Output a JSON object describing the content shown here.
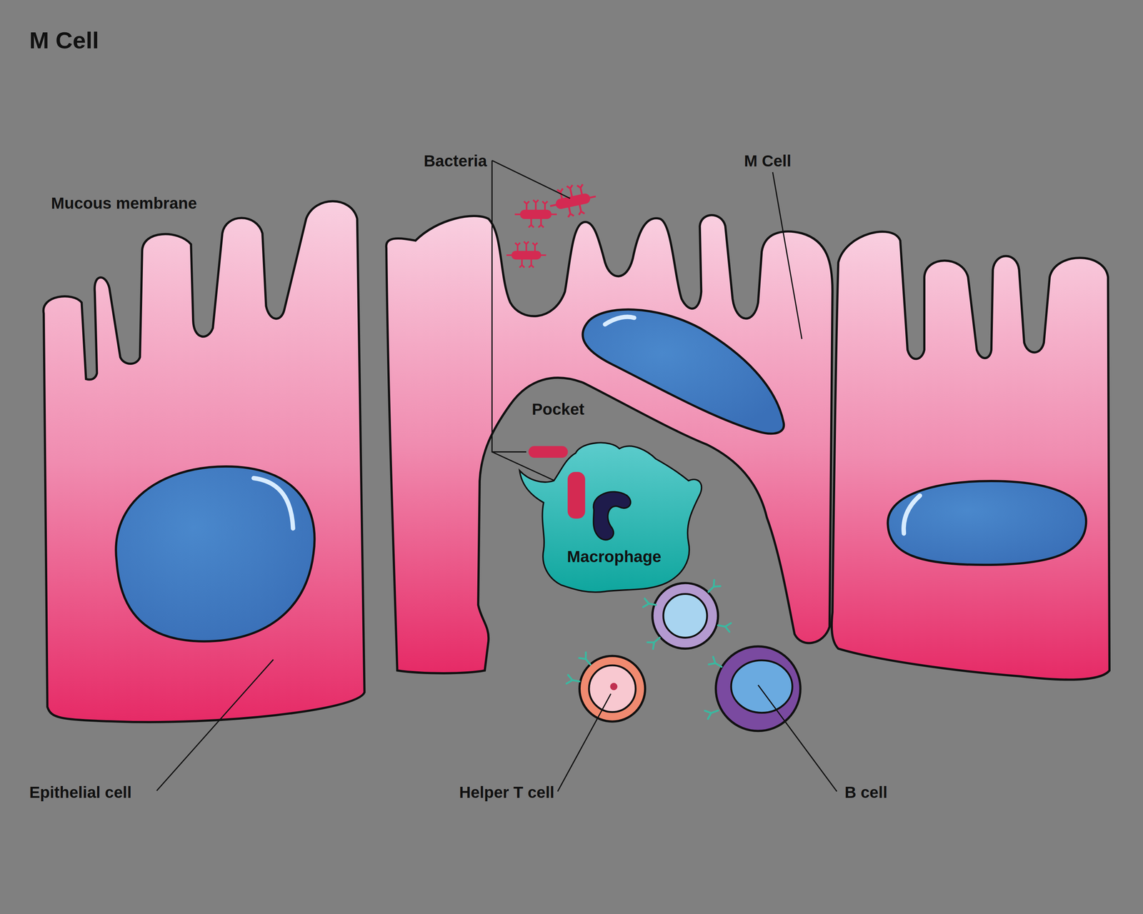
{
  "diagram": {
    "title": "M Cell",
    "nodes": [
      {
        "text": [
          "Macrophage"
        ]
      }
    ],
    "labels": [
      "Mucous membrane",
      "Bacteria",
      "M Cell",
      "Pocket",
      "Epithelial cell",
      "Helper T cell",
      "B cell"
    ]
  }
}
